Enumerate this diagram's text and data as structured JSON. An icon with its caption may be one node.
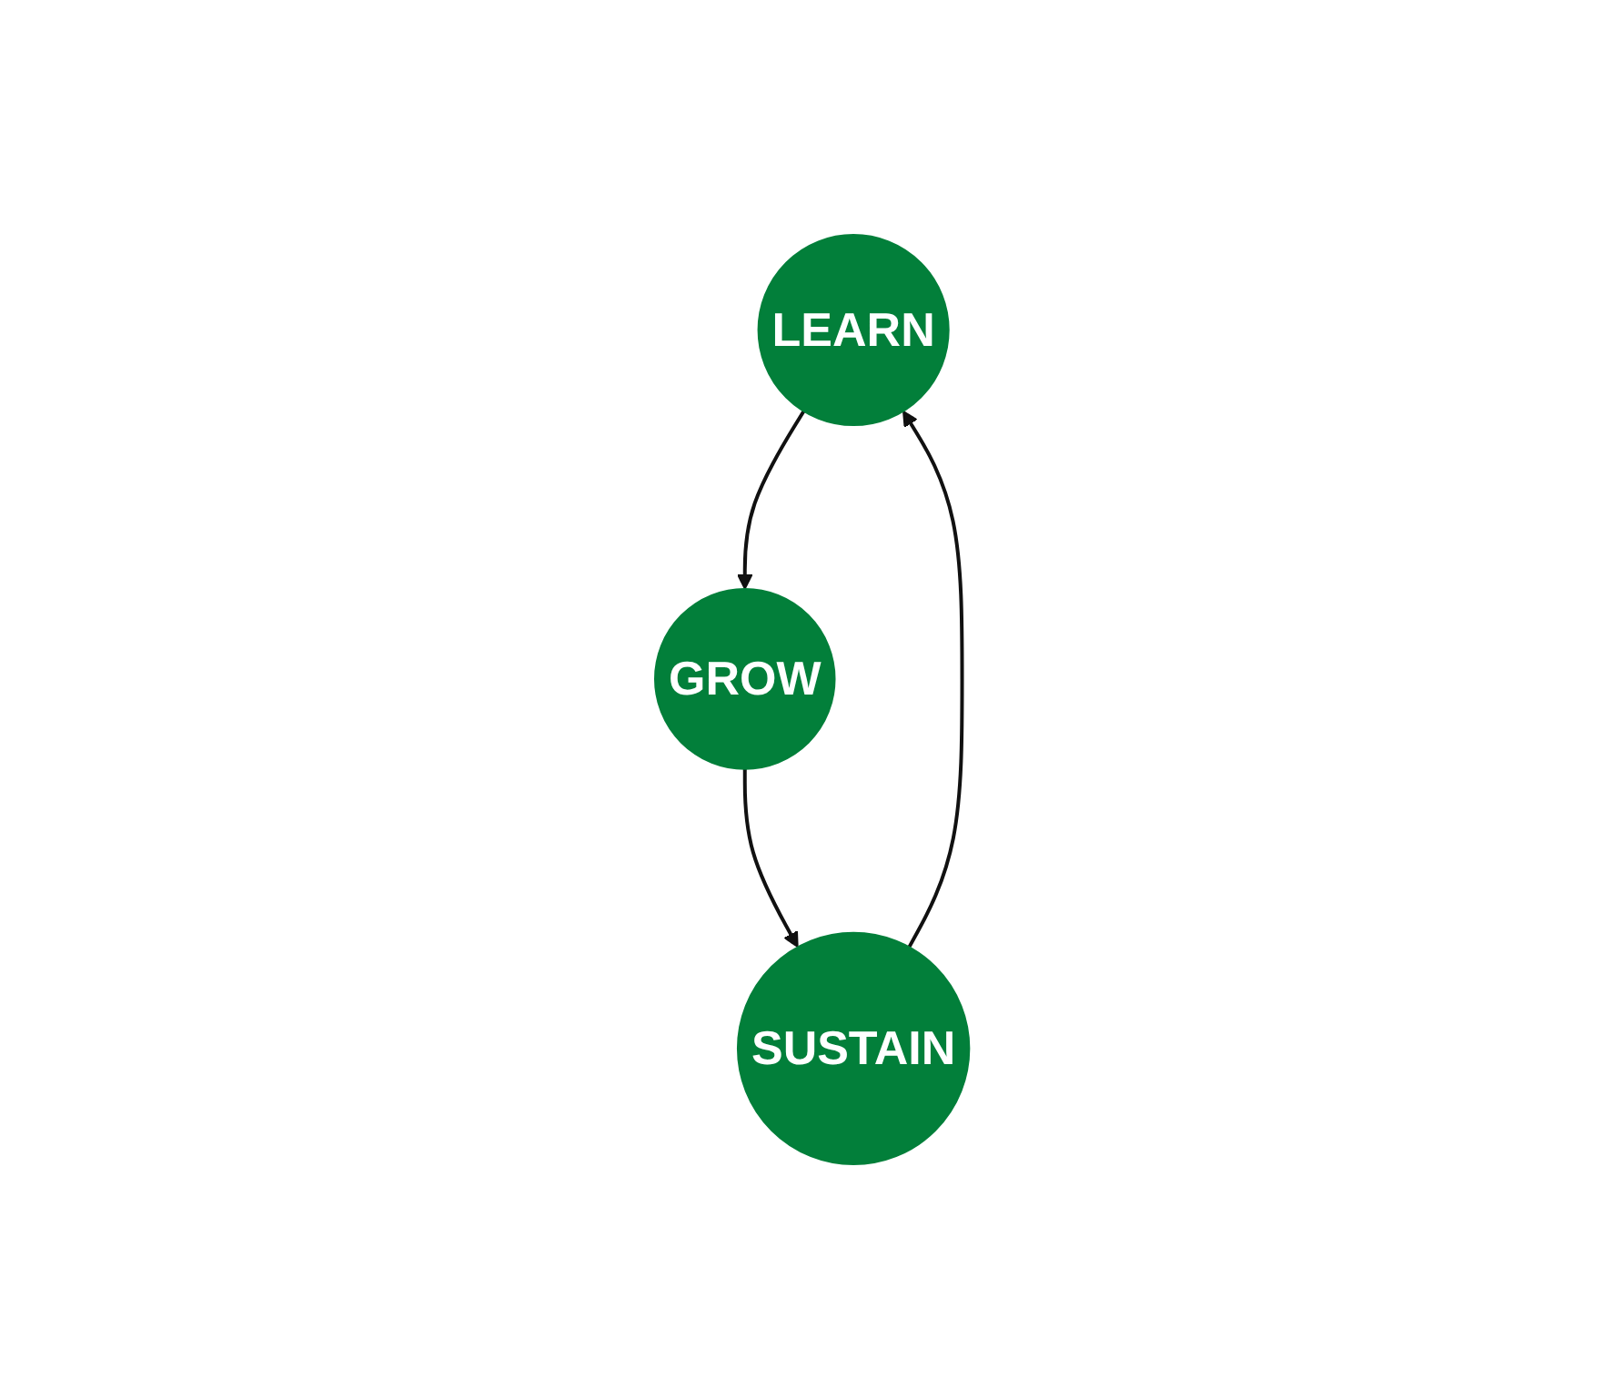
{
  "diagram": {
    "nodes": [
      {
        "text": [
          "LEARN"
        ]
      },
      {
        "text": [
          "GROW"
        ]
      },
      {
        "text": [
          "SUSTAIN"
        ]
      }
    ],
    "edges": [
      {
        "from": 0,
        "to": 1,
        "arrow": "to"
      },
      {
        "from": 1,
        "to": 2,
        "arrow": "to"
      },
      {
        "from": 2,
        "to": 0,
        "arrow": "to"
      }
    ]
  }
}
